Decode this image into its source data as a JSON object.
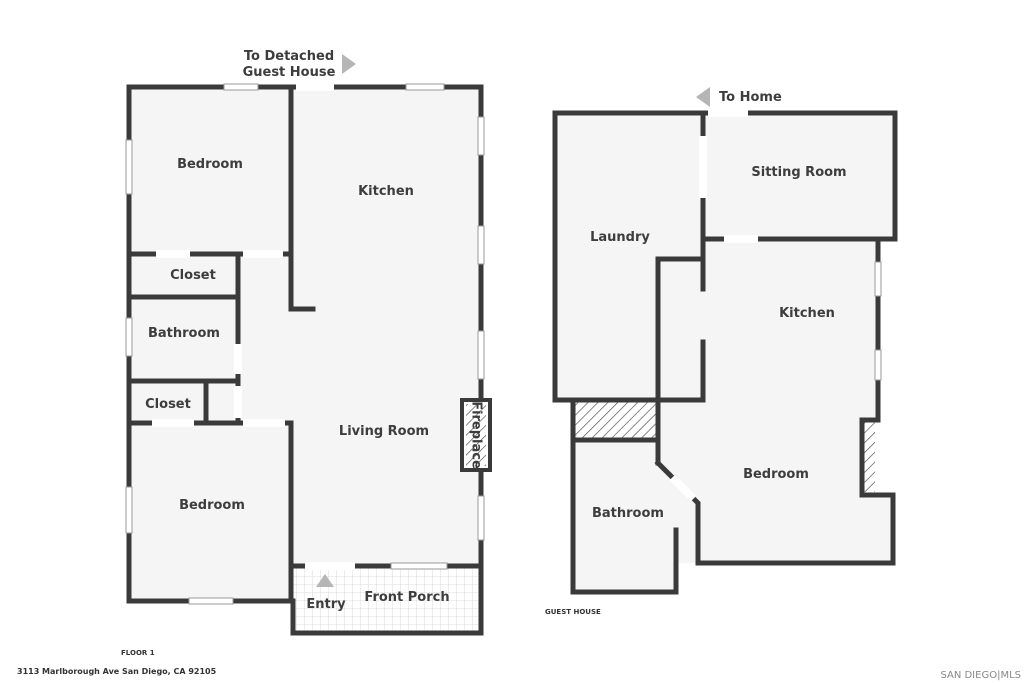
{
  "main_house": {
    "rooms": {
      "bedroom_top": "Bedroom",
      "kitchen": "Kitchen",
      "closet_top": "Closet",
      "bathroom": "Bathroom",
      "closet_bottom": "Closet",
      "living_room": "Living Room",
      "fireplace": "Fireplace",
      "bedroom_bottom": "Bedroom",
      "entry": "Entry",
      "front_porch": "Front Porch"
    },
    "nav_line1": "To Detached",
    "nav_line2": "Guest House",
    "floor_label": "FLOOR 1"
  },
  "guest_house": {
    "nav": "To Home",
    "rooms": {
      "laundry": "Laundry",
      "sitting_room": "Sitting Room",
      "kitchen": "Kitchen",
      "bedroom": "Bedroom",
      "bathroom": "Bathroom"
    },
    "label": "GUEST HOUSE"
  },
  "footer": {
    "address": "3113 Marlborough Ave San Diego, CA 92105",
    "brand": "SAN DIEGO|MLS"
  },
  "colors": {
    "wall": "#3a3a3a",
    "floor": "#f5f5f5",
    "arrow": "#b5b5b5"
  }
}
